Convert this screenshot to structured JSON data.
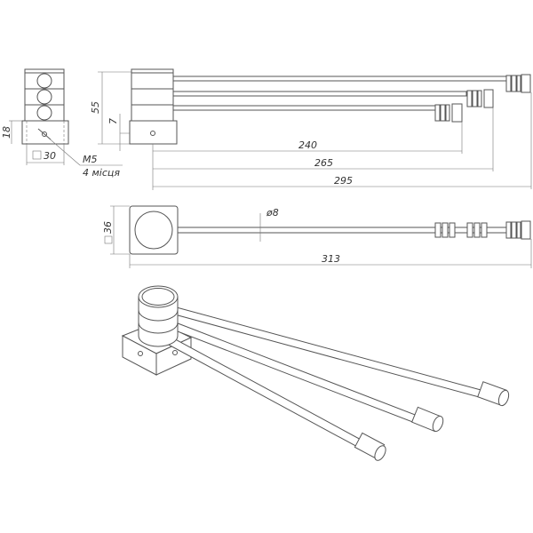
{
  "dimensions": {
    "base_height": "18",
    "base_square": "30",
    "thread": "M5",
    "thread_count": "4 місця",
    "total_height": "55",
    "hole_offset": "7",
    "arm1_length": "240",
    "arm2_length": "265",
    "arm3_length": "295",
    "top_square": "36",
    "rod_diameter": "ø8",
    "overall_length": "313"
  }
}
